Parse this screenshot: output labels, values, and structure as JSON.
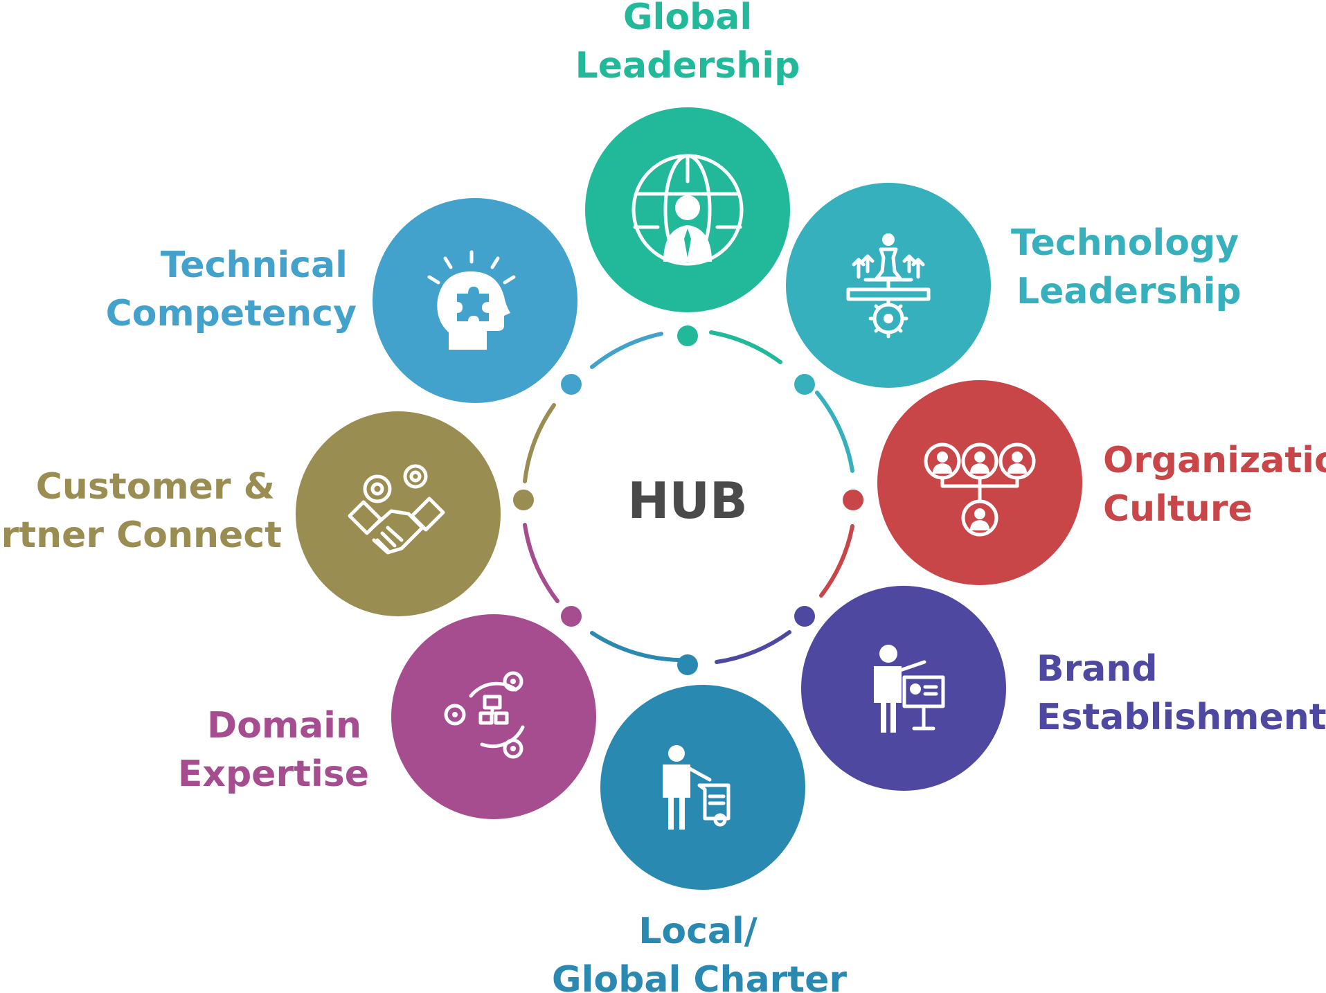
{
  "hub": {
    "label": "HUB"
  },
  "nodes": [
    {
      "id": "global-leadership",
      "line1": "Global",
      "line2": "Leadership",
      "color": "#22b99a",
      "icon": "globe-person-icon"
    },
    {
      "id": "technology-leadership",
      "line1": "Technology",
      "line2": "Leadership",
      "color": "#36b0bd",
      "icon": "chess-gear-icon"
    },
    {
      "id": "organization-culture",
      "line1": "Organization",
      "line2": "Culture",
      "color": "#c84647",
      "icon": "org-chart-icon"
    },
    {
      "id": "brand-establishment",
      "line1": "Brand",
      "line2": "Establishment",
      "color": "#4e48a0",
      "icon": "presenter-icon"
    },
    {
      "id": "local-global-charter",
      "line1": "Local/",
      "line2": "Global Charter",
      "color": "#2a89b1",
      "icon": "person-certificate-icon"
    },
    {
      "id": "domain-expertise",
      "line1": "Domain",
      "line2": "Expertise",
      "color": "#a64d90",
      "icon": "gears-process-icon"
    },
    {
      "id": "customer-partner-connect",
      "line1": "Customer &",
      "line2": "Partner Connect",
      "color": "#998d52",
      "icon": "handshake-gears-icon"
    },
    {
      "id": "technical-competency",
      "line1": "Technical",
      "line2": "Competency",
      "color": "#43a2cc",
      "icon": "head-puzzle-icon"
    }
  ]
}
